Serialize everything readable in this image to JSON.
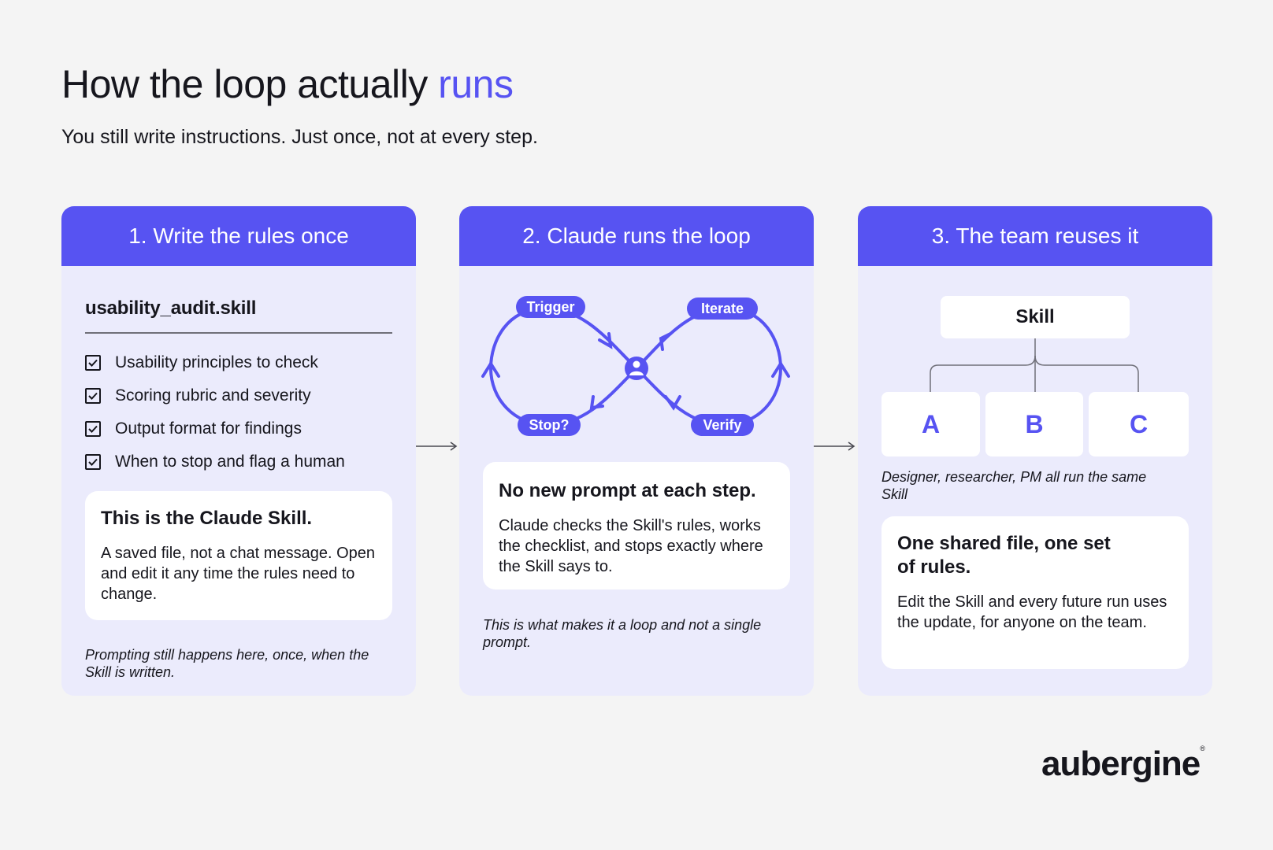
{
  "header": {
    "title_main": "How the loop actually ",
    "title_accent": "runs",
    "subtitle": "You still write instructions. Just once, not at every step."
  },
  "colors": {
    "accent": "#5753f2",
    "card_background": "#ebebfc",
    "page_background": "#f4f4f4",
    "text": "#16161d"
  },
  "step1": {
    "header": "1. Write the rules once",
    "file_name": "usability_audit.skill",
    "checklist": [
      "Usability principles to check",
      "Scoring rubric and severity",
      "Output format for findings",
      "When to stop and flag a human"
    ],
    "box_title": "This is the Claude Skill.",
    "box_body": "A saved file, not a chat message. Open and edit it any time the rules need to change.",
    "note": "Prompting still happens here, once, when the Skill is written."
  },
  "step2": {
    "header": "2. Claude runs the loop",
    "loop_labels": {
      "trigger": "Trigger",
      "iterate": "Iterate",
      "stop": "Stop?",
      "verify": "Verify"
    },
    "box_title": "No new prompt at each step.",
    "box_body": "Claude checks the Skill's rules, works the checklist, and stops exactly where the Skill says to.",
    "note": "This is what makes it a loop and not a single prompt."
  },
  "step3": {
    "header": "3. The team reuses it",
    "skill_label": "Skill",
    "members": [
      "A",
      "B",
      "C"
    ],
    "note": "Designer, researcher, PM all run the same Skill",
    "box_title": "One shared file, one set of rules.",
    "box_body": "Edit the Skill and every future run uses the update, for anyone on the team."
  },
  "brand": {
    "name": "aubergine",
    "mark": "®"
  }
}
